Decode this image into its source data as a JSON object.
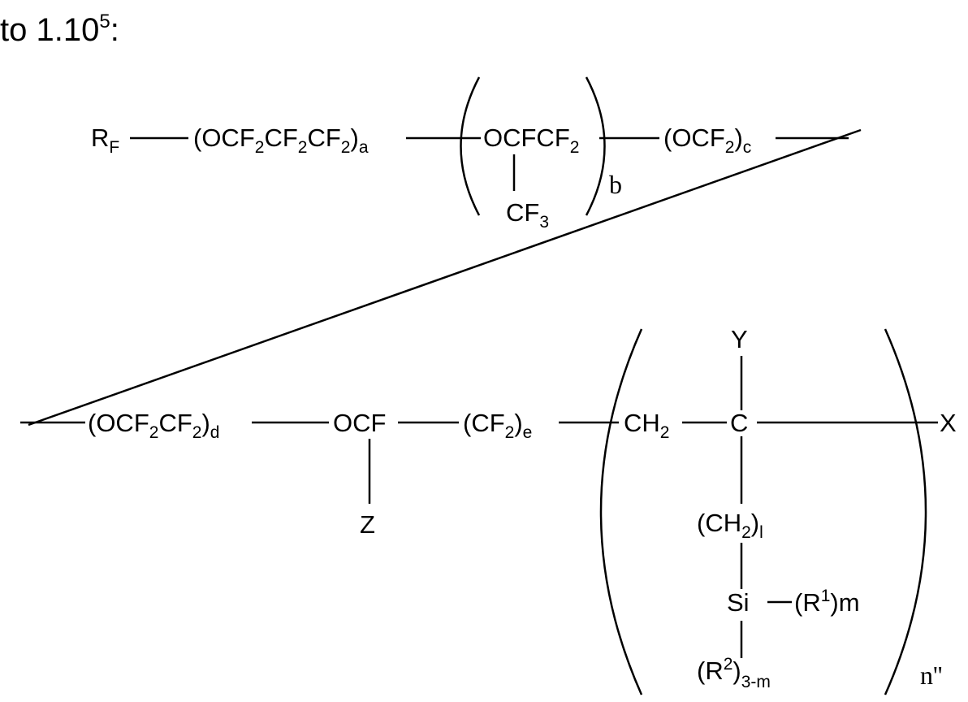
{
  "intro": {
    "text": "to 1.10",
    "sup": "5",
    "tail": ":"
  },
  "row1": {
    "rf": {
      "main": "R",
      "sub": "F"
    },
    "unit_a": {
      "p1": "(OCF",
      "s1": "2",
      "p2": "CF",
      "s2": "2",
      "p3": "CF",
      "s3": "2",
      "p4": ")",
      "sub": "a"
    },
    "unit_b": {
      "p1": "OCFCF",
      "s1": "2",
      "branch": "CF",
      "branch_sub": "3",
      "index": "b"
    },
    "unit_c": {
      "p1": "(OCF",
      "s1": "2",
      "p2": ")",
      "sub": "c"
    }
  },
  "row2": {
    "unit_d": {
      "p1": "(OCF",
      "s1": "2",
      "p2": "CF",
      "s2": "2",
      "p3": ")",
      "sub": "d"
    },
    "ocf": "OCF",
    "z": "Z",
    "unit_e": {
      "p1": "(CF",
      "s1": "2",
      "p2": ")",
      "sub": "e"
    },
    "ch2": {
      "p1": "CH",
      "s1": "2"
    },
    "c": "C",
    "y": "Y",
    "x": "X",
    "ch2l": {
      "p1": "(CH",
      "s1": "2",
      "p2": ")",
      "sub": "l"
    },
    "si": "Si",
    "r1m": {
      "p1": "(R",
      "sup": "1",
      "p2": ")m"
    },
    "r2": {
      "p1": "(R",
      "sup": "2",
      "p2": ")",
      "sub": "3-m"
    },
    "index": "n''"
  }
}
